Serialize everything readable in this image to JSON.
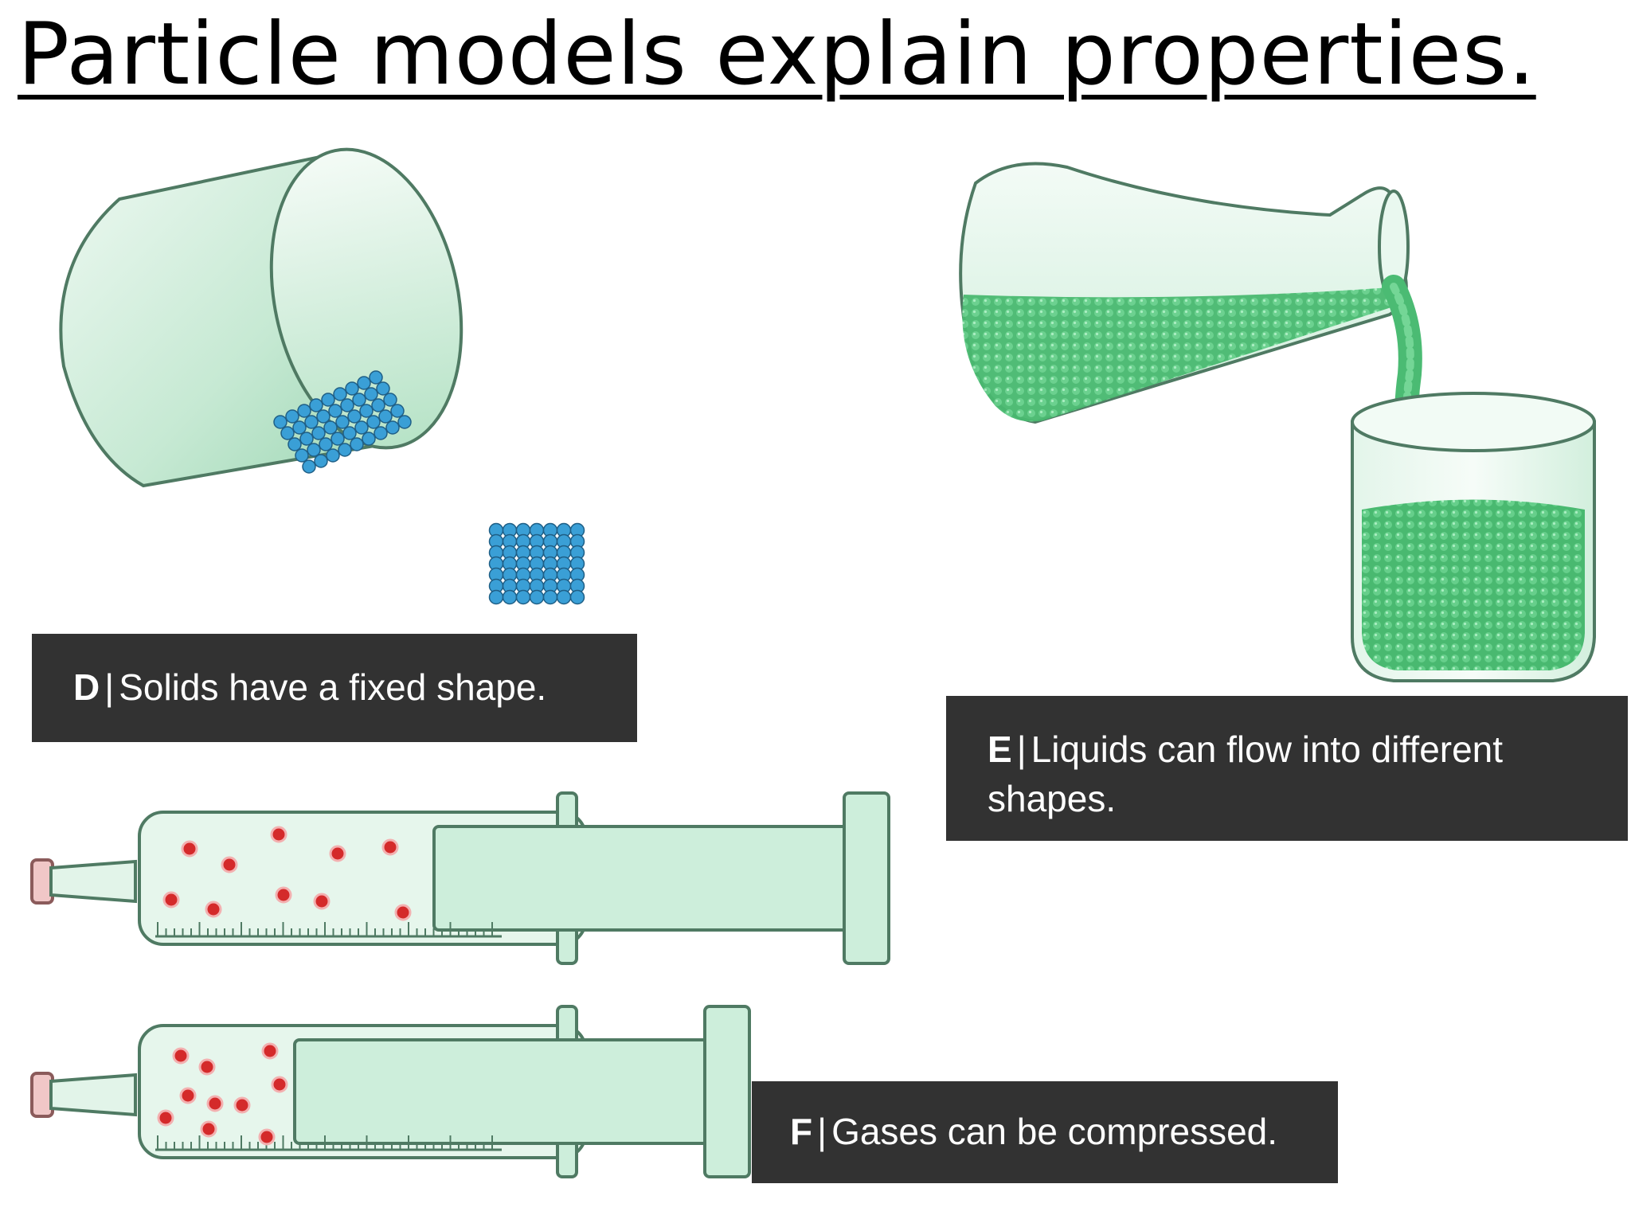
{
  "title": "Particle models explain properties.",
  "captions": {
    "d": {
      "letter": "D",
      "text": "Solids have a fixed shape."
    },
    "e": {
      "letter": "E",
      "text": "Liquids can flow into different shapes."
    },
    "f": {
      "letter": "F",
      "text": "Gases can be compressed."
    }
  },
  "colors": {
    "glass": "#d6f0df",
    "glass_edge": "#5f8f74",
    "liquid": "#4fbf76",
    "solid_particle": "#3a9fd6",
    "gas_particle": "#d42a2a",
    "caption_bg": "#323232",
    "caption_text": "#ffffff"
  }
}
